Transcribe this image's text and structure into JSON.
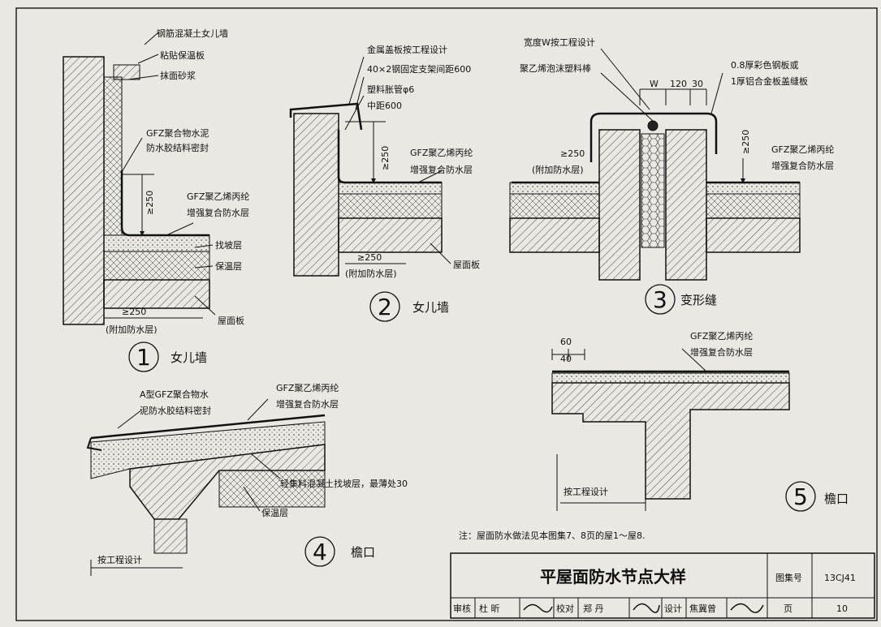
{
  "details": [
    {
      "number": "1",
      "caption": "女儿墙",
      "labels": {
        "wall": "钢筋混凝土女儿墙",
        "insulation_board": "粘贴保温板",
        "plaster": "抹面砂浆",
        "sealant_1": "GFZ聚合物水泥",
        "sealant_2": "防水胶结料密封",
        "membrane_1": "GFZ聚乙烯丙纶",
        "membrane_2": "增强复合防水层",
        "height": "≥250",
        "slope_layer": "找坡层",
        "insulation_layer": "保温层",
        "roof_slab": "屋面板",
        "width": "≥250",
        "additional": "(附加防水层)"
      }
    },
    {
      "number": "2",
      "caption": "女儿墙",
      "labels": {
        "cap": "金属盖板按工程设计",
        "bracket": "40×2钢固定支架间距600",
        "expansion_1": "塑料胀管φ6",
        "expansion_2": "中距600",
        "height": "≥250",
        "membrane_1": "GFZ聚乙烯丙纶",
        "membrane_2": "增强复合防水层",
        "width": "≥250",
        "additional": "(附加防水层)",
        "roof_slab": "屋面板"
      }
    },
    {
      "number": "3",
      "caption": "变形缝",
      "labels": {
        "width_design": "宽度W按工程设计",
        "foam_rod": "聚乙烯泡沫塑料棒",
        "dim_w": "W",
        "dim_120": "120",
        "dim_30": "30",
        "cover_1": "0.8厚彩色钢板或",
        "cover_2": "1厚铝合金板盖缝板",
        "height_left": "≥250",
        "additional": "(附加防水层)",
        "height_right": "≥250",
        "membrane_1": "GFZ聚乙烯丙纶",
        "membrane_2": "增强复合防水层"
      }
    },
    {
      "number": "4",
      "caption": "檐口",
      "labels": {
        "sealant_1": "A型GFZ聚合物水",
        "sealant_2": "泥防水胶结料密封",
        "membrane_1": "GFZ聚乙烯丙纶",
        "membrane_2": "增强复合防水层",
        "slope_layer": "轻集料混凝土找坡层，最薄处30",
        "insulation_layer": "保温层",
        "by_design": "按工程设计"
      }
    },
    {
      "number": "5",
      "caption": "檐口",
      "labels": {
        "dim_60": "60",
        "dim_40": "40",
        "membrane_1": "GFZ聚乙烯丙纶",
        "membrane_2": "增强复合防水层",
        "by_design": "按工程设计"
      }
    }
  ],
  "note": "注：屋面防水做法见本图集7、8页的屋1～屋8.",
  "title_block": {
    "title": "平屋面防水节点大样",
    "atlas_label": "图集号",
    "atlas_no": "13CJ41",
    "review_label": "审核",
    "review_name": "杜 昕",
    "check_label": "校对",
    "check_name": "郑 丹",
    "design_label": "设计",
    "design_name": "焦冀曾",
    "page_label": "页",
    "page_no": "10"
  },
  "colors": {
    "paper": "#e9e8e3",
    "ink": "#111111"
  }
}
